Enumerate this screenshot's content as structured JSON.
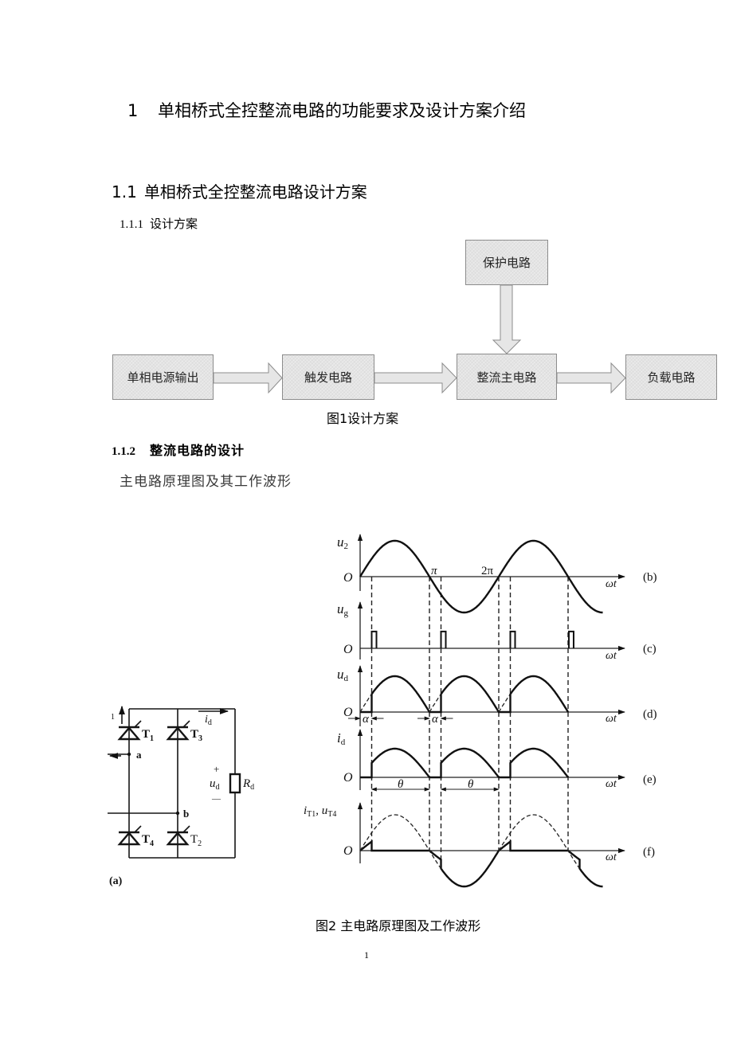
{
  "chapter_heading": {
    "number": "1",
    "title": "单相桥式全控整流电路的功能要求及设计方案介绍"
  },
  "section_heading": {
    "number": "1.1",
    "title": "单相桥式全控整流电路设计方案"
  },
  "subsection_1": {
    "number": "1.1.1",
    "title": "设计方案"
  },
  "figure1": {
    "blocks": {
      "protection": "保护电路",
      "source": "单相电源输出",
      "trigger": "触发电路",
      "rectifier": "整流主电路",
      "load": "负载电路"
    },
    "flow": [
      "单相电源输出 → 触发电路",
      "触发电路 → 整流主电路",
      "保护电路 → 整流主电路",
      "整流主电路 → 负载电路"
    ],
    "caption": "图1设计方案"
  },
  "subsection_2": {
    "number": "1.1.2",
    "title": "整流电路的设计"
  },
  "paragraph": "主电路原理图及其工作波形",
  "figure2": {
    "circuit": {
      "panel_tag": "(a)",
      "input_label": "1",
      "thyristors": [
        {
          "main": "T",
          "sub": "1"
        },
        {
          "main": "T",
          "sub": "3"
        },
        {
          "main": "T",
          "sub": "4"
        },
        {
          "main": "T",
          "sub": "2"
        }
      ],
      "nodes": [
        "a",
        "b"
      ],
      "current_label": {
        "main": "i",
        "sub": "d"
      },
      "voltage_label": {
        "main": "u",
        "sub": "d"
      },
      "plus": "+",
      "minus": "—",
      "resistor": {
        "main": "R",
        "sub": "d"
      }
    },
    "waveforms": {
      "x_axis_label": "ωt",
      "x_unit": "degrees",
      "x_range": [
        0,
        630
      ],
      "alpha_deg": 30,
      "tick_labels": {
        "pi": "π",
        "two_pi": "2π"
      },
      "guide_lines_deg": [
        30,
        180,
        210,
        360,
        390,
        540
      ],
      "panels": [
        {
          "id": "b",
          "tag": "(b)",
          "y_main": "u",
          "y_sub": "2",
          "origin": "O",
          "signal": "u2",
          "amplitude": 1.0
        },
        {
          "id": "c",
          "tag": "(c)",
          "y_main": "u",
          "y_sub": "g",
          "origin": "O",
          "signal": "gate_pulses",
          "amplitude": 0.47,
          "pulses_deg": [
            30,
            210,
            390,
            542
          ]
        },
        {
          "id": "d",
          "tag": "(d)",
          "y_main": "u",
          "y_sub": "d",
          "origin": "O",
          "signal": "ud",
          "amplitude": 1.0,
          "show_uncontrolled": true,
          "marker": "α",
          "marker_count": 2
        },
        {
          "id": "e",
          "tag": "(e)",
          "y_main": "i",
          "y_sub": "d",
          "origin": "O",
          "signal": "id",
          "amplitude": 0.8,
          "show_uncontrolled": false,
          "marker": "θ",
          "marker_count": 2
        },
        {
          "id": "f",
          "tag": "(f)",
          "y_main": "i",
          "y_sub": "T1",
          "y_sep": ", ",
          "y_main2": "u",
          "y_sub2": "T4",
          "origin": "O",
          "signal": "iT1_uT4",
          "amplitude": 1.0
        }
      ]
    },
    "caption": "图2  主电路原理图及工作波形"
  },
  "page_number": "1"
}
